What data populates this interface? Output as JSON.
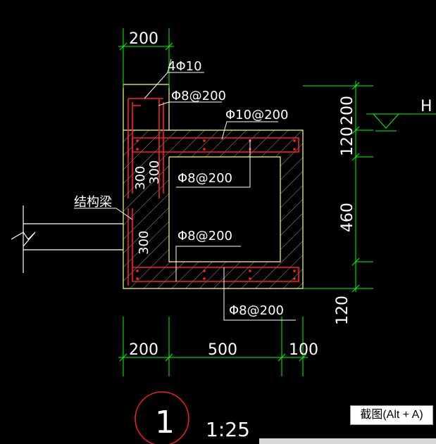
{
  "drawing": {
    "dims": {
      "top_width": "200",
      "right_top": "200",
      "right_mid": "120",
      "right_main": "460",
      "right_bottom": "120",
      "bottom_left": "200",
      "bottom_mid": "500",
      "bottom_right": "100",
      "wall_a": "300",
      "wall_b": "300",
      "wall_c": "300"
    },
    "labels": {
      "rebar_4phi10": "4Φ10",
      "rebar_top_phi8": "Φ8@200",
      "rebar_phi10": "Φ10@200",
      "rebar_mid_phi8": "Φ8@200",
      "rebar_lower_phi8": "Φ8@200",
      "rebar_bottom_phi8": "Φ8@200",
      "beam": "结构梁",
      "elevation": "H"
    },
    "detail": {
      "number": "1",
      "scale": "1:25"
    }
  },
  "tooltip": {
    "text": "截图(Alt + A)"
  },
  "colors": {
    "dimension": "#00ff00",
    "outline": "#ffff66",
    "rebar": "#ff2020",
    "text": "#ffffff",
    "leader": "#ffffff",
    "hatch": "#9a9a9a"
  }
}
